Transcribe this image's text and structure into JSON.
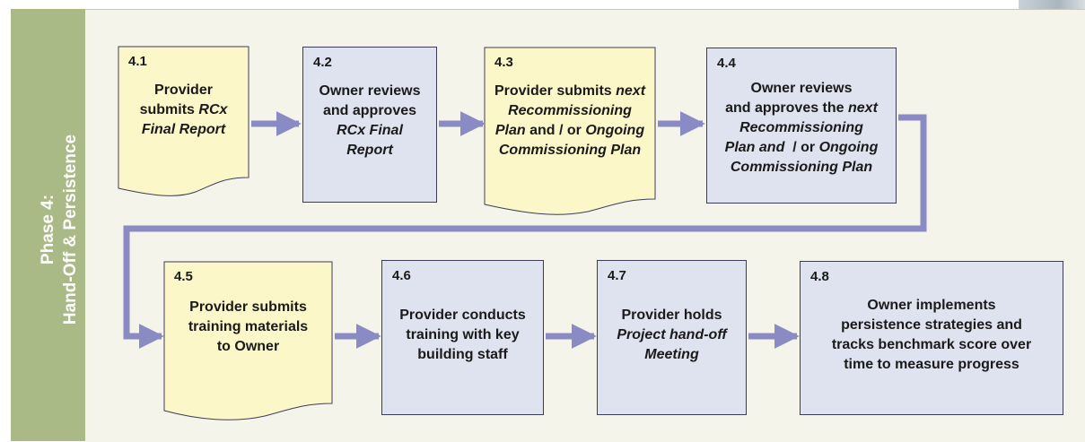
{
  "phase": {
    "title": "Phase 4:",
    "subtitle": "Hand-Off & Persistence"
  },
  "colors": {
    "sidebar": "#a9ba87",
    "panel": "#f5f4ea",
    "document_fill": "#fcf7c8",
    "process_fill": "#dfe2ef",
    "arrow": "#8a8ac4",
    "outline": "#3c3c5a"
  },
  "steps": [
    {
      "id": "4.1",
      "shape": "document",
      "line1": "Provider",
      "line2a": "submits ",
      "line2b": "RCx",
      "line3": "Final Report"
    },
    {
      "id": "4.2",
      "shape": "process",
      "line1": "Owner reviews",
      "line2": "and approves",
      "line3": "RCx Final",
      "line4": "Report"
    },
    {
      "id": "4.3",
      "shape": "document",
      "line1a": "Provider submits ",
      "line1b": "next",
      "line2": "Recommissioning",
      "line3a": "Plan",
      "line3b": " and / or ",
      "line3c": "Ongoing",
      "line4": "Commissioning Plan"
    },
    {
      "id": "4.4",
      "shape": "process",
      "line1": "Owner reviews",
      "line2a": "and approves the ",
      "line2b": "next",
      "line3": "Recommissioning",
      "line4a": "Plan and",
      "line4b": "  / or ",
      "line4c": "Ongoing",
      "line5": "Commissioning Plan"
    },
    {
      "id": "4.5",
      "shape": "document",
      "line1": "Provider submits",
      "line2": "training materials",
      "line3": "to Owner"
    },
    {
      "id": "4.6",
      "shape": "process",
      "line1": "Provider conducts",
      "line2": "training with key",
      "line3": "building staff"
    },
    {
      "id": "4.7",
      "shape": "process",
      "line1": "Provider holds",
      "line2": "Project hand-off",
      "line3": "Meeting"
    },
    {
      "id": "4.8",
      "shape": "process",
      "line1": "Owner implements",
      "line2": "persistence strategies and",
      "line3": "tracks benchmark score over",
      "line4": "time to measure progress"
    }
  ]
}
